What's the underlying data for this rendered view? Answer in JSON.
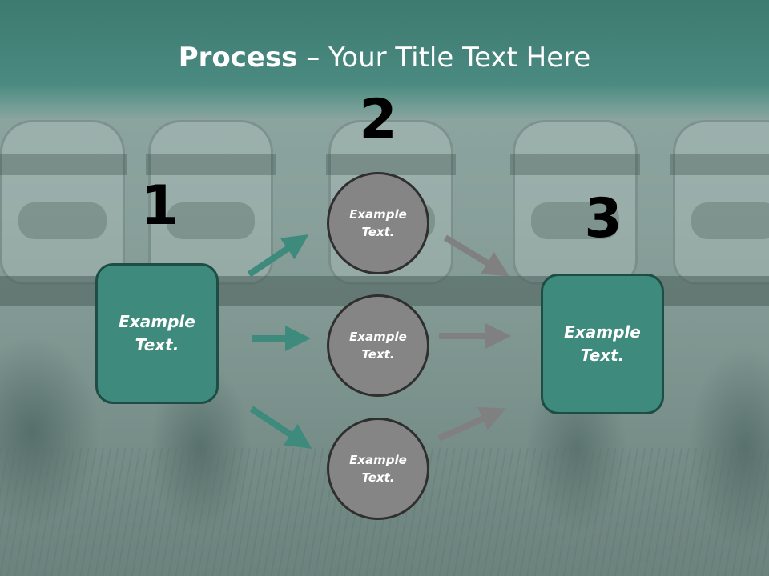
{
  "title": {
    "bold": "Process",
    "rest": " – Your Title Text Here"
  },
  "numbers": {
    "step1": "1",
    "step2": "2",
    "step3": "3"
  },
  "left_box": {
    "line1": "Example",
    "line2": "Text."
  },
  "right_box": {
    "line1": "Example",
    "line2": "Text."
  },
  "circles": [
    {
      "line1": "Example",
      "line2": "Text."
    },
    {
      "line1": "Example",
      "line2": "Text."
    },
    {
      "line1": "Example",
      "line2": "Text."
    }
  ],
  "colors": {
    "teal": "#3e8a7c",
    "gray": "#858585",
    "header": "#3d7a70"
  }
}
